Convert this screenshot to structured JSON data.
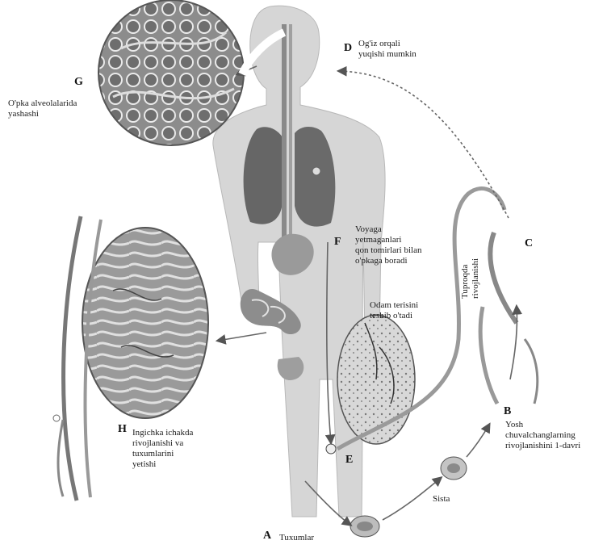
{
  "labels": {
    "a": {
      "letter": "A",
      "text": "Tuxumlar"
    },
    "b": {
      "letter": "B",
      "text": "Yosh\nchuvalchanglarning\nrivojlanishini 1-davri"
    },
    "c": {
      "letter": "C"
    },
    "d": {
      "letter": "D",
      "text": "Og'iz orqali\nyuqishi mumkin"
    },
    "e": {
      "letter": "E"
    },
    "f": {
      "letter": "F",
      "text": "Voyaga\nyetmaganlari\nqon tomirlari bilan\no'pkaga boradi"
    },
    "g": {
      "letter": "G",
      "text": "O'pka alveolalarida\nyashashi"
    },
    "h": {
      "letter": "H",
      "text": "Ingichka ichakda\nrivojlanishi va\ntuxumlarini\nyetishi"
    },
    "skin": {
      "text": "Odam terisini\nteshib o'tadi"
    },
    "soil": {
      "text": "Tuproqda\nrivojlanishi"
    },
    "cyst": {
      "text": "Sista"
    }
  }
}
